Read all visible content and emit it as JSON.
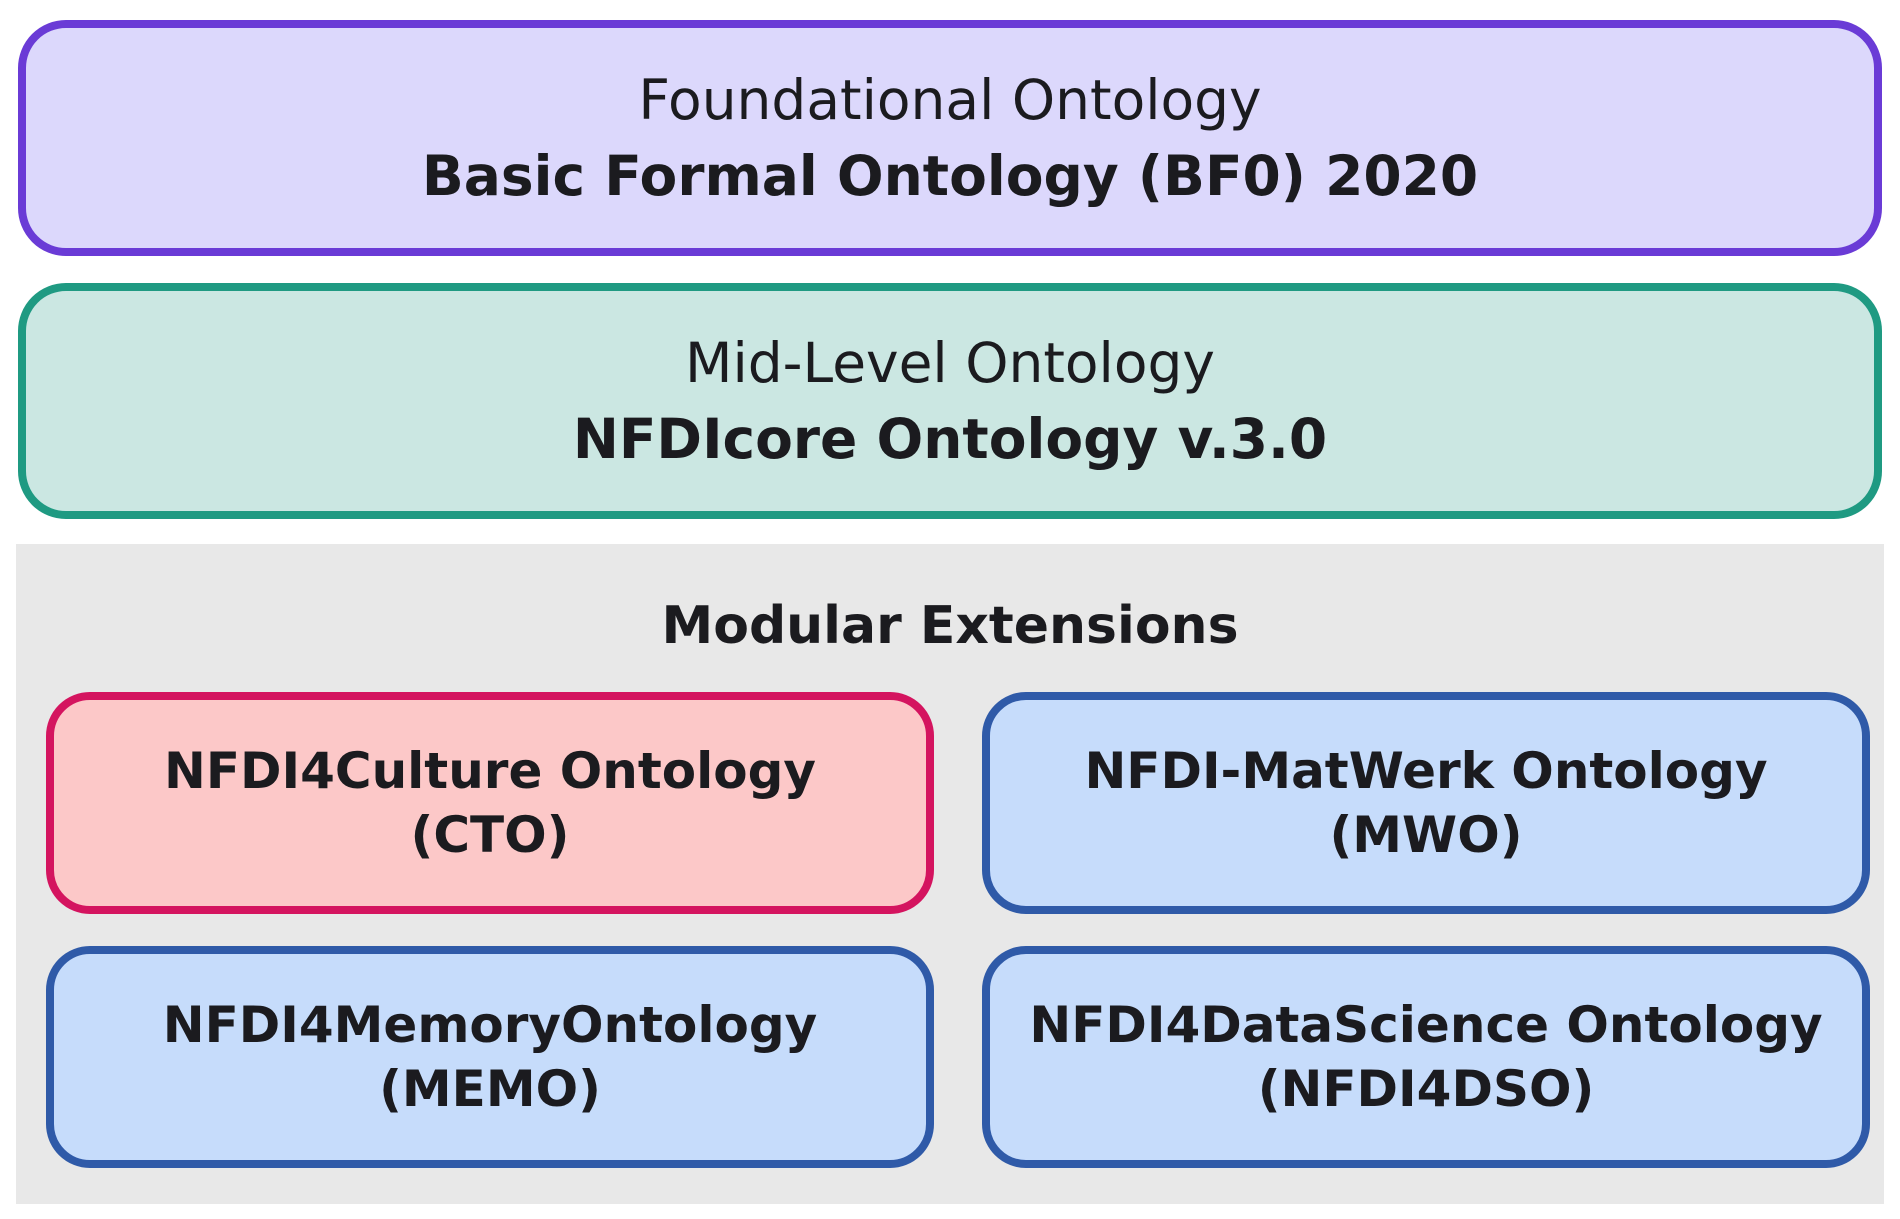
{
  "colors": {
    "foundational_fill": "#dcd8fc",
    "foundational_border": "#6a3bd6",
    "midlevel_fill": "#cbe7e2",
    "midlevel_border": "#1f9a82",
    "modular_fill": "#e8e8e8",
    "culture_fill": "#fcc8c8",
    "culture_border": "#d4145f",
    "module_fill": "#c6dcfb",
    "module_border": "#2f5aa8"
  },
  "foundational": {
    "label": "Foundational Ontology",
    "name": "Basic Formal Ontology (BF0) 2020"
  },
  "midlevel": {
    "label": "Mid-Level Ontology",
    "name": "NFDIcore Ontology v.3.0"
  },
  "modular": {
    "title": "Modular Extensions",
    "modules": [
      {
        "name": "NFDI4Culture Ontology",
        "abbr": "(CTO)"
      },
      {
        "name": "NFDI-MatWerk Ontology",
        "abbr": "(MWO)"
      },
      {
        "name": "NFDI4MemoryOntology",
        "abbr": "(MEMO)"
      },
      {
        "name": "NFDI4DataScience Ontology",
        "abbr": "(NFDI4DSO)"
      }
    ]
  }
}
